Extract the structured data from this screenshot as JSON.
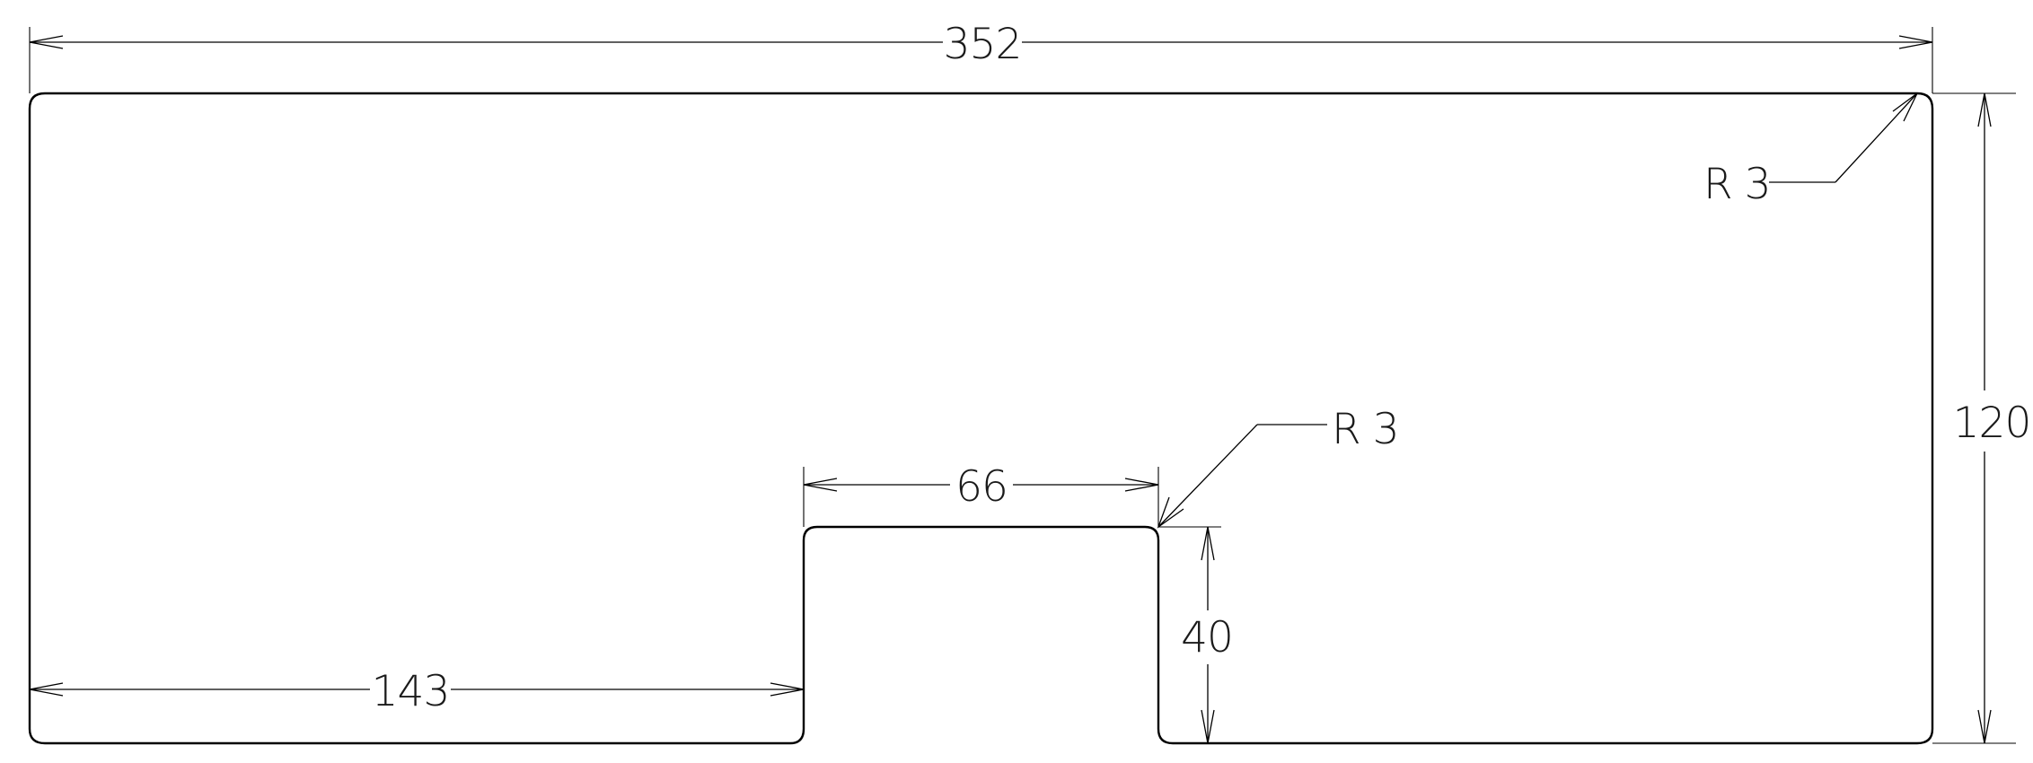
{
  "drawing": {
    "dimensions": {
      "overall_width": "352",
      "overall_height": "120",
      "left_length": "143",
      "notch_width": "66",
      "notch_depth": "40"
    },
    "radius_labels": {
      "outer_corner": "R 3",
      "notch_corner": "R 3"
    },
    "colors": {
      "line": "#000000",
      "background": "#ffffff"
    }
  }
}
